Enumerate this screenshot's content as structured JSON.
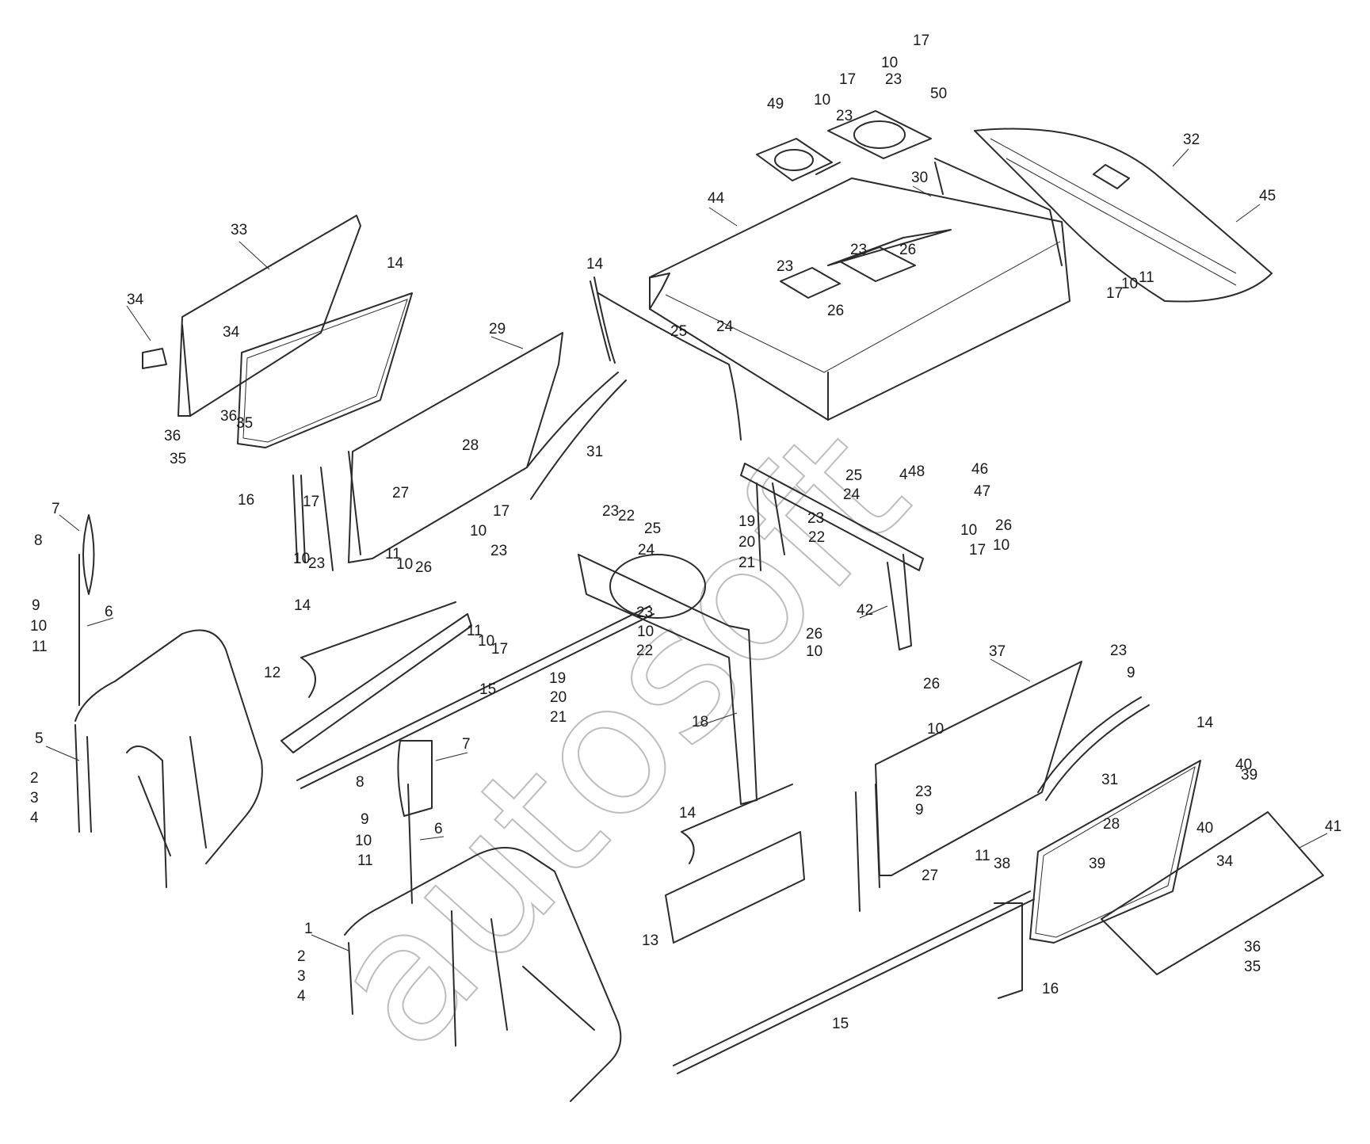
{
  "diagram": {
    "watermark": "autosoft",
    "colors": {
      "line": "#2b2b2b",
      "text": "#1a1a1a",
      "watermark": "#bdbdbd",
      "background": "#ffffff"
    },
    "callouts": [
      {
        "id": "c1",
        "text": "1"
      },
      {
        "id": "c2a",
        "text": "2"
      },
      {
        "id": "c2b",
        "text": "2"
      },
      {
        "id": "c3a",
        "text": "3"
      },
      {
        "id": "c3b",
        "text": "3"
      },
      {
        "id": "c4a",
        "text": "4"
      },
      {
        "id": "c4b",
        "text": "4"
      },
      {
        "id": "c4c",
        "text": "4"
      },
      {
        "id": "c5",
        "text": "5"
      },
      {
        "id": "c6a",
        "text": "6"
      },
      {
        "id": "c6b",
        "text": "6"
      },
      {
        "id": "c7a",
        "text": "7"
      },
      {
        "id": "c7b",
        "text": "7"
      },
      {
        "id": "c8a",
        "text": "8"
      },
      {
        "id": "c8b",
        "text": "8"
      },
      {
        "id": "c9a",
        "text": "9"
      },
      {
        "id": "c9b",
        "text": "9"
      },
      {
        "id": "c9c",
        "text": "9"
      },
      {
        "id": "c9d",
        "text": "9"
      },
      {
        "id": "c10a",
        "text": "10"
      },
      {
        "id": "c10b",
        "text": "10"
      },
      {
        "id": "c10c",
        "text": "10"
      },
      {
        "id": "c10d",
        "text": "10"
      },
      {
        "id": "c10e",
        "text": "10"
      },
      {
        "id": "c10f",
        "text": "10"
      },
      {
        "id": "c10g",
        "text": "10"
      },
      {
        "id": "c10h",
        "text": "10"
      },
      {
        "id": "c10i",
        "text": "10"
      },
      {
        "id": "c10j",
        "text": "10"
      },
      {
        "id": "c10k",
        "text": "10"
      },
      {
        "id": "c10l",
        "text": "10"
      },
      {
        "id": "c10m",
        "text": "10"
      },
      {
        "id": "c10n",
        "text": "10"
      },
      {
        "id": "c11a",
        "text": "11"
      },
      {
        "id": "c11b",
        "text": "11"
      },
      {
        "id": "c11c",
        "text": "11"
      },
      {
        "id": "c11d",
        "text": "11"
      },
      {
        "id": "c11e",
        "text": "11"
      },
      {
        "id": "c11f",
        "text": "11"
      },
      {
        "id": "c12",
        "text": "12"
      },
      {
        "id": "c13",
        "text": "13"
      },
      {
        "id": "c14a",
        "text": "14"
      },
      {
        "id": "c14b",
        "text": "14"
      },
      {
        "id": "c14c",
        "text": "14"
      },
      {
        "id": "c14d",
        "text": "14"
      },
      {
        "id": "c14e",
        "text": "14"
      },
      {
        "id": "c15a",
        "text": "15"
      },
      {
        "id": "c15b",
        "text": "15"
      },
      {
        "id": "c16a",
        "text": "16"
      },
      {
        "id": "c16b",
        "text": "16"
      },
      {
        "id": "c17a",
        "text": "17"
      },
      {
        "id": "c17b",
        "text": "17"
      },
      {
        "id": "c17c",
        "text": "17"
      },
      {
        "id": "c17d",
        "text": "17"
      },
      {
        "id": "c17e",
        "text": "17"
      },
      {
        "id": "c17f",
        "text": "17"
      },
      {
        "id": "c17g",
        "text": "17"
      },
      {
        "id": "c18",
        "text": "18"
      },
      {
        "id": "c19a",
        "text": "19"
      },
      {
        "id": "c19b",
        "text": "19"
      },
      {
        "id": "c20a",
        "text": "20"
      },
      {
        "id": "c20b",
        "text": "20"
      },
      {
        "id": "c21a",
        "text": "21"
      },
      {
        "id": "c21b",
        "text": "21"
      },
      {
        "id": "c22a",
        "text": "22"
      },
      {
        "id": "c22b",
        "text": "22"
      },
      {
        "id": "c22c",
        "text": "22"
      },
      {
        "id": "c23a",
        "text": "23"
      },
      {
        "id": "c23b",
        "text": "23"
      },
      {
        "id": "c23c",
        "text": "23"
      },
      {
        "id": "c23d",
        "text": "23"
      },
      {
        "id": "c23e",
        "text": "23"
      },
      {
        "id": "c23f",
        "text": "23"
      },
      {
        "id": "c23g",
        "text": "23"
      },
      {
        "id": "c23h",
        "text": "23"
      },
      {
        "id": "c23i",
        "text": "23"
      },
      {
        "id": "c23j",
        "text": "23"
      },
      {
        "id": "c23k",
        "text": "23"
      },
      {
        "id": "c24a",
        "text": "24"
      },
      {
        "id": "c24b",
        "text": "24"
      },
      {
        "id": "c24c",
        "text": "24"
      },
      {
        "id": "c25a",
        "text": "25"
      },
      {
        "id": "c25b",
        "text": "25"
      },
      {
        "id": "c25c",
        "text": "25"
      },
      {
        "id": "c26a",
        "text": "26"
      },
      {
        "id": "c26b",
        "text": "26"
      },
      {
        "id": "c26c",
        "text": "26"
      },
      {
        "id": "c26d",
        "text": "26"
      },
      {
        "id": "c26e",
        "text": "26"
      },
      {
        "id": "c26f",
        "text": "26"
      },
      {
        "id": "c27a",
        "text": "27"
      },
      {
        "id": "c27b",
        "text": "27"
      },
      {
        "id": "c28a",
        "text": "28"
      },
      {
        "id": "c28b",
        "text": "28"
      },
      {
        "id": "c29",
        "text": "29"
      },
      {
        "id": "c30",
        "text": "30"
      },
      {
        "id": "c31a",
        "text": "31"
      },
      {
        "id": "c31b",
        "text": "31"
      },
      {
        "id": "c32",
        "text": "32"
      },
      {
        "id": "c33",
        "text": "33"
      },
      {
        "id": "c34a",
        "text": "34"
      },
      {
        "id": "c34b",
        "text": "34"
      },
      {
        "id": "c34c",
        "text": "34"
      },
      {
        "id": "c35a",
        "text": "35"
      },
      {
        "id": "c35b",
        "text": "35"
      },
      {
        "id": "c35c",
        "text": "35"
      },
      {
        "id": "c36a",
        "text": "36"
      },
      {
        "id": "c36b",
        "text": "36"
      },
      {
        "id": "c36c",
        "text": "36"
      },
      {
        "id": "c37",
        "text": "37"
      },
      {
        "id": "c38",
        "text": "38"
      },
      {
        "id": "c39a",
        "text": "39"
      },
      {
        "id": "c39b",
        "text": "39"
      },
      {
        "id": "c40a",
        "text": "40"
      },
      {
        "id": "c40b",
        "text": "40"
      },
      {
        "id": "c41",
        "text": "41"
      },
      {
        "id": "c42",
        "text": "42"
      },
      {
        "id": "c44",
        "text": "44"
      },
      {
        "id": "c45",
        "text": "45"
      },
      {
        "id": "c46",
        "text": "46"
      },
      {
        "id": "c47",
        "text": "47"
      },
      {
        "id": "c48",
        "text": "48"
      },
      {
        "id": "c49",
        "text": "49"
      },
      {
        "id": "c50",
        "text": "50"
      }
    ]
  }
}
